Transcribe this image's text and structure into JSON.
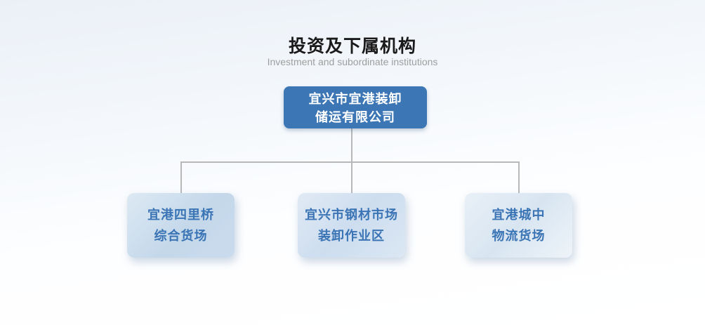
{
  "header": {
    "title": "投资及下属机构",
    "subtitle": "Investment and subordinate institutions"
  },
  "org_chart": {
    "root": {
      "line1": "宜兴市宜港装卸",
      "line2": "储运有限公司"
    },
    "children": [
      {
        "line1": "宜港四里桥",
        "line2": "综合货场"
      },
      {
        "line1": "宜兴市钢材市场",
        "line2": "装卸作业区"
      },
      {
        "line1": "宜港城中",
        "line2": "物流货场"
      }
    ]
  },
  "colors": {
    "root_box_bg": "#3c76b5",
    "root_box_text": "#ffffff",
    "child_box_text": "#3a74b5",
    "connector": "#b8b8b8",
    "title_text": "#1a1a1a",
    "subtitle_text": "#9e9e9e"
  }
}
